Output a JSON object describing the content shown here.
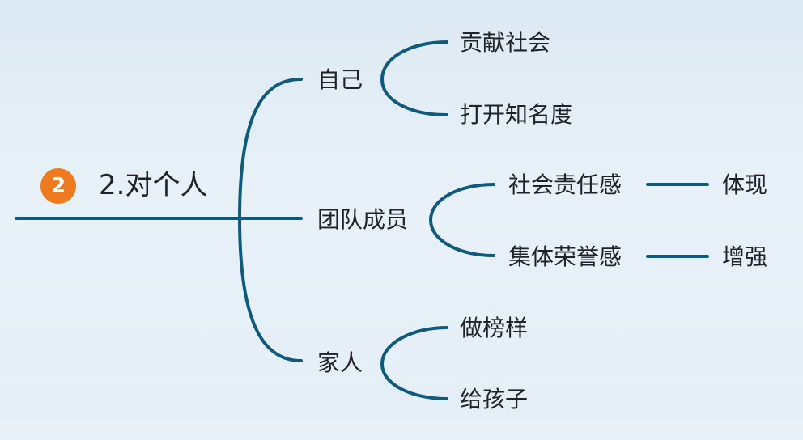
{
  "root": {
    "badge": "2",
    "title": "2.对个人"
  },
  "branches": [
    {
      "label": "自己",
      "children": [
        {
          "label": "贡献社会"
        },
        {
          "label": "打开知名度"
        }
      ]
    },
    {
      "label": "团队成员",
      "children": [
        {
          "label": "社会责任感",
          "leaf": "体现"
        },
        {
          "label": "集体荣誉感",
          "leaf": "增强"
        }
      ]
    },
    {
      "label": "家人",
      "children": [
        {
          "label": "做榜样"
        },
        {
          "label": "给孩子"
        }
      ]
    }
  ],
  "colors": {
    "line": "#0f5a7c",
    "badge": "#ef7a1d"
  }
}
